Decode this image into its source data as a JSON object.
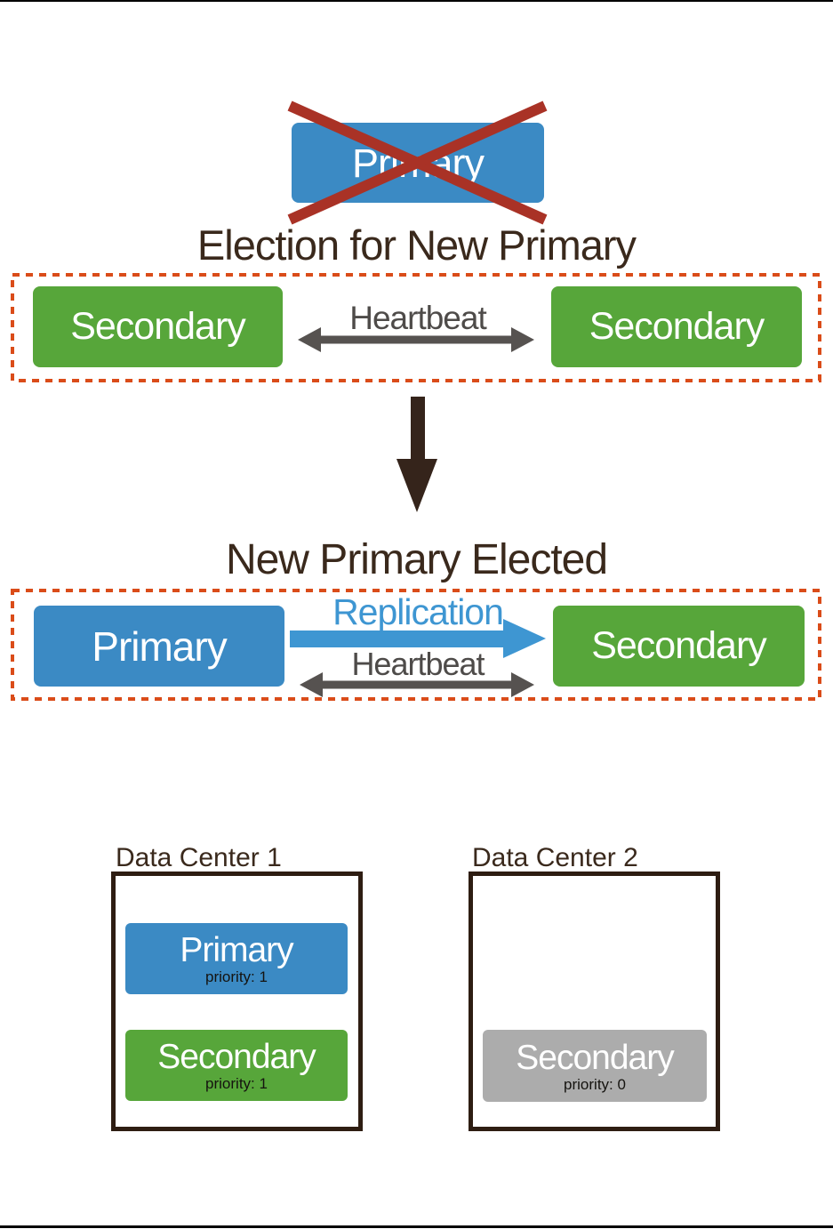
{
  "palette": {
    "node_blue": "#3B8AC4",
    "node_green": "#57A63A",
    "node_gray": "#ACACAC",
    "red_x": "#A93226",
    "dashed_border": "#DA4C19",
    "gray_arrow": "#565250",
    "replication_blue": "#3E96D2",
    "down_arrow": "#35241B",
    "title_text": "#3A291C",
    "heartbeat_text": "#4E4B49",
    "dc_border": "#2E1D12"
  },
  "failed_primary": {
    "label": "Primary"
  },
  "section_election": {
    "title": "Election for New Primary",
    "left_node": "Secondary",
    "right_node": "Secondary",
    "link_label": "Heartbeat"
  },
  "section_elected": {
    "title": "New Primary Elected",
    "left_node": "Primary",
    "right_node": "Secondary",
    "replication_label": "Replication",
    "heartbeat_label": "Heartbeat"
  },
  "data_centers": [
    {
      "title": "Data Center 1",
      "nodes": [
        {
          "label": "Primary",
          "priority": "priority: 1"
        },
        {
          "label": "Secondary",
          "priority": "priority: 1"
        }
      ]
    },
    {
      "title": "Data Center 2",
      "nodes": [
        {
          "label": "Secondary",
          "priority": "priority: 0"
        }
      ]
    }
  ]
}
